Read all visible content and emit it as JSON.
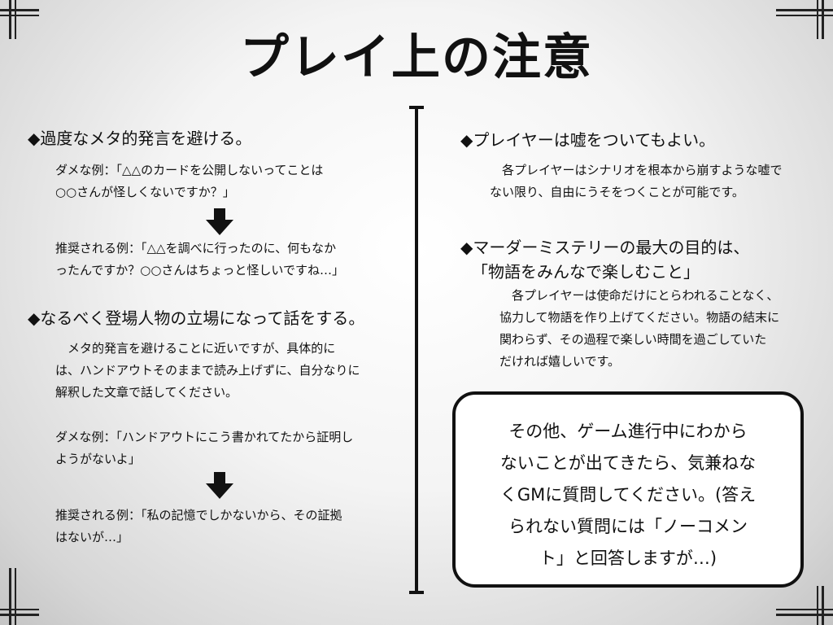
{
  "title": "プレイ上の注意",
  "left": {
    "section1": {
      "heading": "◆過度なメタ的発言を避ける。",
      "bad_example": [
        "ダメな例：「△△のカードを公開しないってことは",
        "○○さんが怪しくないですか？」"
      ],
      "good_example": [
        "推奨される例：「△△を調べに行ったのに、何もなか",
        "ったんですか？○○さんはちょっと怪しいですね…」"
      ]
    },
    "section2": {
      "heading": "◆なるべく登場人物の立場になって話をする。",
      "body": [
        "　メタ的発言を避けることに近いですが、具体的に",
        "は、ハンドアウトそのままで読み上げずに、自分なりに",
        "解釈した文章で話してください。"
      ],
      "bad_example": [
        "ダメな例：「ハンドアウトにこう書かれてたから証明し",
        "ようがないよ」"
      ],
      "good_example": [
        "推奨される例：「私の記憶でしかないから、その証拠",
        "はないが…」"
      ]
    }
  },
  "right": {
    "section1": {
      "heading": "◆プレイヤーは嘘をついてもよい。",
      "body": [
        "　各プレイヤーはシナリオを根本から崩すような嘘で",
        "ない限り、自由にうそをつくことが可能です。"
      ]
    },
    "section2": {
      "heading": "◆マーダーミステリーの最大の目的は、",
      "heading2": "「物語をみんなで楽しむこと」",
      "body": [
        "　各プレイヤーは使命だけにとらわれることなく、",
        "協力して物語を作り上げてください。物語の結末に",
        "関わらず、その過程で楽しい時間を過ごしていた",
        "だければ嬉しいです。"
      ]
    },
    "note": [
      "その他、ゲーム進行中にわから",
      "ないことが出てきたら、気兼ねな",
      "くGMに質問してください。(答え",
      "られない質問には「ノーコメン",
      "ト」と回答しますが…)"
    ]
  },
  "icons": {
    "arrow": "down-arrow-icon",
    "corner": "corner-ornament-icon"
  }
}
